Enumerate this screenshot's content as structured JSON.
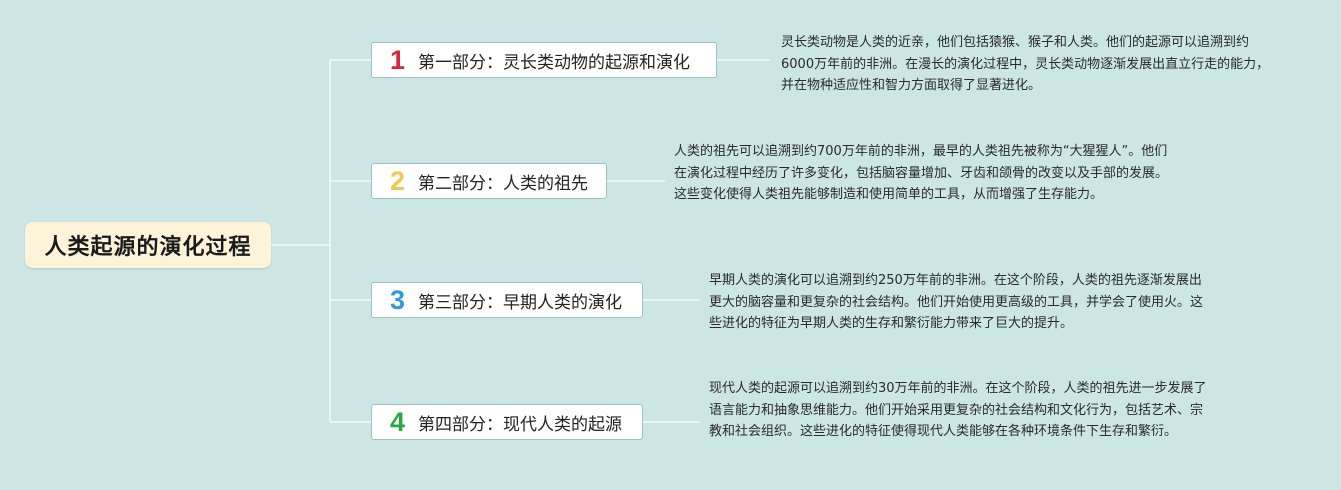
{
  "root": {
    "title": "人类起源的演化过程"
  },
  "branches": [
    {
      "num": "1",
      "color": "#d7263d",
      "label": "第一部分：灵长类动物的起源和演化",
      "desc": "灵长类动物是人类的近亲，他们包括猿猴、猴子和人类。他们的起源可以追溯到约6000万年前的非洲。在漫长的演化过程中，灵长类动物逐渐发展出直立行走的能力，并在物种适应性和智力方面取得了显著进化。"
    },
    {
      "num": "2",
      "color": "#f2c94c",
      "label": "第二部分：人类的祖先",
      "desc": "人类的祖先可以追溯到约700万年前的非洲，最早的人类祖先被称为“大猩猩人”。他们在演化过程中经历了许多变化，包括脑容量增加、牙齿和颌骨的改变以及手部的发展。这些变化使得人类祖先能够制造和使用简单的工具，从而增强了生存能力。"
    },
    {
      "num": "3",
      "color": "#2d9cdb",
      "label": "第三部分：早期人类的演化",
      "desc": "早期人类的演化可以追溯到约250万年前的非洲。在这个阶段，人类的祖先逐渐发展出更大的脑容量和更复杂的社会结构。他们开始使用更高级的工具，并学会了使用火。这些进化的特征为早期人类的生存和繁衍能力带来了巨大的提升。"
    },
    {
      "num": "4",
      "color": "#27a844",
      "label": "第四部分：现代人类的起源",
      "desc": "现代人类的起源可以追溯到约30万年前的非洲。在这个阶段，人类的祖先进一步发展了语言能力和抽象思维能力。他们开始采用更复杂的社会结构和文化行为，包括艺术、宗教和社会组织。这些进化的特征使得现代人类能够在各种环境条件下生存和繁衍。"
    }
  ]
}
